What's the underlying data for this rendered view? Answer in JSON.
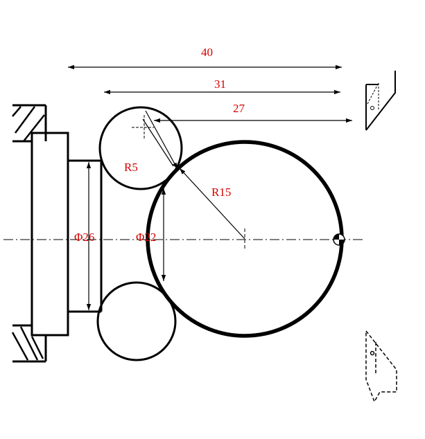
{
  "colors": {
    "line": "#000000",
    "dimension_text": "#d40000",
    "background": "#ffffff"
  },
  "dimensions": {
    "length_40": "40",
    "length_31": "31",
    "length_27": "27",
    "radius_small": "R5",
    "radius_large": "R15",
    "diameter_26": "Φ26",
    "diameter_22": "Φ22"
  },
  "icons": {
    "chuck": "chuck-jaw-hatch-icon",
    "tool_top": "cutting-tool-icon",
    "tool_bottom": "cutting-tool-outline-icon",
    "zero_point": "workpiece-origin-icon"
  }
}
